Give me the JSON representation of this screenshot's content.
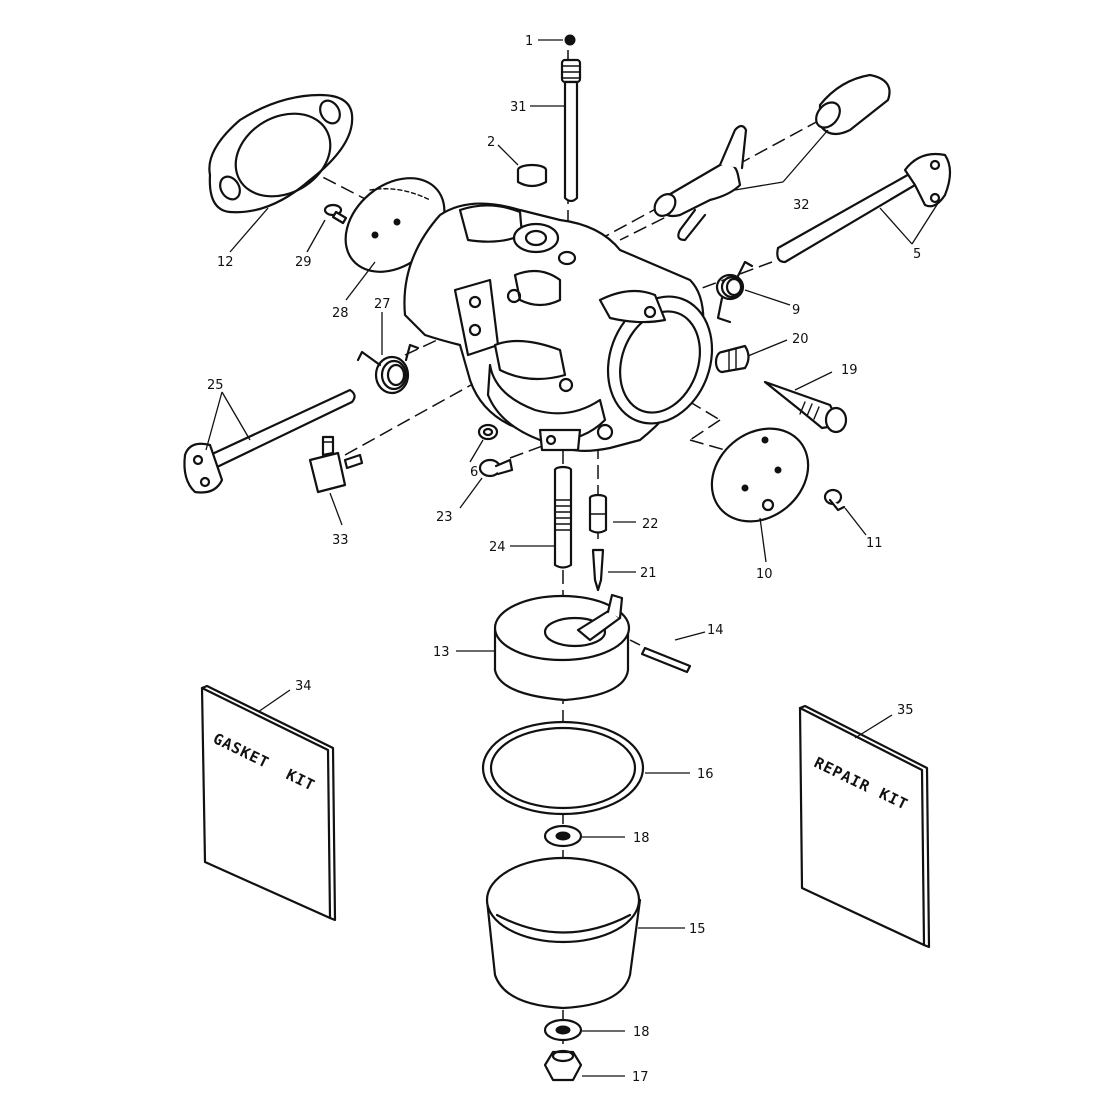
{
  "callouts": {
    "c1": "1",
    "c2": "2",
    "c5": "5",
    "c6": "6",
    "c9": "9",
    "c10": "10",
    "c11": "11",
    "c12": "12",
    "c13": "13",
    "c14": "14",
    "c15": "15",
    "c16": "16",
    "c17": "17",
    "c18a": "18",
    "c18b": "18",
    "c19": "19",
    "c20": "20",
    "c21": "21",
    "c22": "22",
    "c23": "23",
    "c24": "24",
    "c25": "25",
    "c27": "27",
    "c28": "28",
    "c29": "29",
    "c31": "31",
    "c32": "32",
    "c33": "33",
    "c34": "34",
    "c35": "35"
  },
  "kits": {
    "gasket_line1": "GASKET",
    "gasket_line2": "KIT",
    "repair_line1": "REPAIR",
    "repair_line2": "KIT"
  }
}
